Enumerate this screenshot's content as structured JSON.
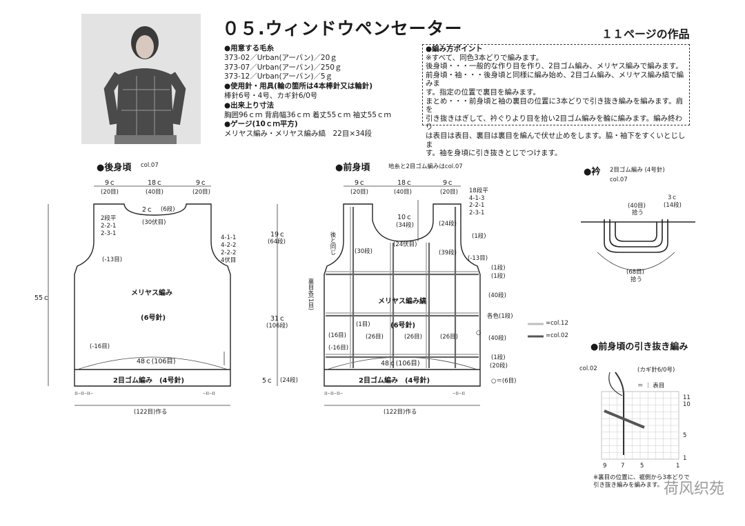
{
  "title": "０５.ウィンドウペンセーター",
  "page_ref": "１１ページの作品",
  "materials": {
    "yarn_heading": "●用意する毛糸",
    "yarns": [
      "373-02／Urban(アーバン)／20ｇ",
      "373-07／Urban(アーバン)／250ｇ",
      "373-12／Urban(アーバン)／5ｇ"
    ],
    "needles_heading": "●使用針・用具(輪の箇所は4本棒針又は輪針)",
    "needles": "棒針6号・4号、カギ針6/0号",
    "size_heading": "●出来上り寸法",
    "size": "胸囲96ｃｍ 背肩幅36ｃｍ 着丈55ｃｍ 袖丈55ｃｍ",
    "gauge_heading": "●ゲージ(10ｃｍ平方)",
    "gauge": "メリヤス編み・メリヤス編み縞　22目×34段"
  },
  "points": {
    "heading": "●編み方ポイント",
    "lines": [
      "※すべて、同色3本どりで編みます。",
      "後身頃・・・一般的な作り目を作り、2目ゴム編み、メリヤス編みで編みます。",
      "前身頃・袖・・・後身頃と同様に編み始め、2目ゴム編み、メリヤス編み縞で編みま",
      "す。指定の位置で裏目を編みます。",
      "まとめ・・・前身頃と袖の裏目の位置に3本どりで引き抜き編みを編みます。肩を",
      "引き抜きはぎして、衿ぐりより目を拾い2目ゴム編みを輪に編みます。編み終わり",
      "は表目は表目、裏目は裏目を編んで伏せ止めをします。脇・袖下をすくいとじしま",
      "す。袖を身頃に引き抜きとじでつけます。"
    ]
  },
  "back": {
    "title": "●後身頃",
    "col": "col.07",
    "top_cm": [
      "9ｃ",
      "18ｃ",
      "9ｃ"
    ],
    "top_st": [
      "(20目)",
      "(40目)",
      "(20目)"
    ],
    "neck_depth": "2ｃ",
    "neck_rows": "(6段)",
    "neck_st": "(30伏目)",
    "shoulder_dec": [
      "2段平",
      "2-2-1",
      "2-3-1"
    ],
    "arm_dec": [
      "4-1-1",
      "4-2-2",
      "2-2-2",
      "4伏目"
    ],
    "arm_bind": "(-13目)",
    "body_label": "メリヤス編み",
    "needle": "(6号針)",
    "side_dec": "(-16目)",
    "width": "48ｃ(106目)",
    "rib": "2目ゴム編み　(4号針)",
    "total_height": "55ｃ",
    "cast_on": "(122目)作る",
    "h1": "19ｃ",
    "h1_rows": "(64段)",
    "h2": "31ｃ",
    "h2_rows": "(106段)",
    "h3": "5ｃ",
    "h3_rows": "(24段)"
  },
  "front": {
    "title": "●前身頃",
    "note": "地糸と2目ゴム編みはcol.07",
    "top_cm": [
      "9ｃ",
      "18ｃ",
      "9ｃ"
    ],
    "top_st": [
      "(20目)",
      "(40目)",
      "(20目)"
    ],
    "neck_depth": "10ｃ",
    "neck_rows": "(34段)",
    "neck_st": "(24伏目)",
    "left_neck": "(30段)",
    "right_neck": "(39段)",
    "right_shoulder": "(24段)",
    "shoulder_dec": [
      "18段平",
      "4-1-3",
      "2-2-1",
      "2-3-1"
    ],
    "same_as_back": "後と同じ",
    "arm_bind": "(-13目)",
    "purl_note": "裏目各(1目)",
    "body_label": "メリヤス編み縞",
    "needle": "(6号針)",
    "rows_right": [
      "(1段)",
      "(1段)",
      "(1段)",
      "(40段)",
      "各色(1段)",
      "(40段)",
      "(1段)",
      "(20段)"
    ],
    "sts": [
      "(16目)",
      "(1目)",
      "(26目)",
      "(26目)",
      "(26目)"
    ],
    "side_dec": "(-16目)",
    "width": "48ｃ(106目)",
    "rib": "2目ゴム編み　(4号針)",
    "cast_on": "(122目)作る",
    "circle_note": "○＝(6目)"
  },
  "legend": {
    "c12": "=col.12",
    "c02": "=col.02",
    "c12_color": "#bfbfbf",
    "c02_color": "#555555"
  },
  "collar": {
    "title": "●衿",
    "subtitle": "2目ゴム編み (4号針)",
    "col": "col.07",
    "pick1": "(40目)",
    "pick1b": "拾う",
    "h": "3ｃ",
    "h_rows": "(14段)",
    "pick2": "(68目)",
    "pick2b": "拾う"
  },
  "slip": {
    "title": "●前身頃の引き抜き編み",
    "col": "col.02",
    "hook": "(カギ針6/0号)",
    "legend": "＝ ｜ 表目",
    "rows": [
      "11",
      "10",
      "5",
      "1"
    ],
    "cols": [
      "9",
      "7",
      "5",
      "1"
    ],
    "note": "※裏目の位置に、裾側から3本どりで",
    "note2": "引き抜き編みを編みます。"
  },
  "watermark": "荷风织苑"
}
